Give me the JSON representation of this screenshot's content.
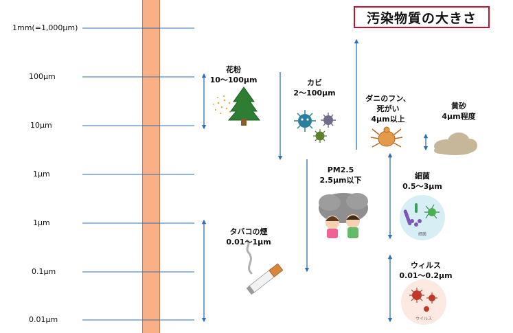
{
  "title": "汚染物質の大きさ",
  "scale_labels": [
    "1mm(=1,000μm)",
    "100μm",
    "10μm",
    "1μm",
    "1μm",
    "0.1μm",
    "0.01μm"
  ],
  "items": [
    {
      "id": "pollen",
      "lines": [
        "花粉",
        "10〜100μm"
      ]
    },
    {
      "id": "mold",
      "lines": [
        "カビ",
        "2〜100μm"
      ]
    },
    {
      "id": "mites",
      "lines": [
        "ダニのフン、",
        "死がい",
        "4μm以上"
      ]
    },
    {
      "id": "sand",
      "lines": [
        "黄砂",
        "4μm程度"
      ]
    },
    {
      "id": "pm25",
      "lines": [
        "PM2.5",
        "2.5μm以下"
      ]
    },
    {
      "id": "bacteria",
      "lines": [
        "細菌",
        "0.5〜3μm"
      ]
    },
    {
      "id": "tobacco",
      "lines": [
        "タバコの煙",
        "0.01〜1μm"
      ]
    },
    {
      "id": "virus",
      "lines": [
        "ウィルス",
        "0.01〜0.2μm"
      ]
    }
  ],
  "captions": {
    "bacteria": "細菌",
    "virus": "ウイルス"
  },
  "colors": {
    "line": "#2f6fb4",
    "vial": "#f9b087",
    "title_border": "#c8102e",
    "mold": "#2a7f9e",
    "virus": "#c0392b"
  }
}
